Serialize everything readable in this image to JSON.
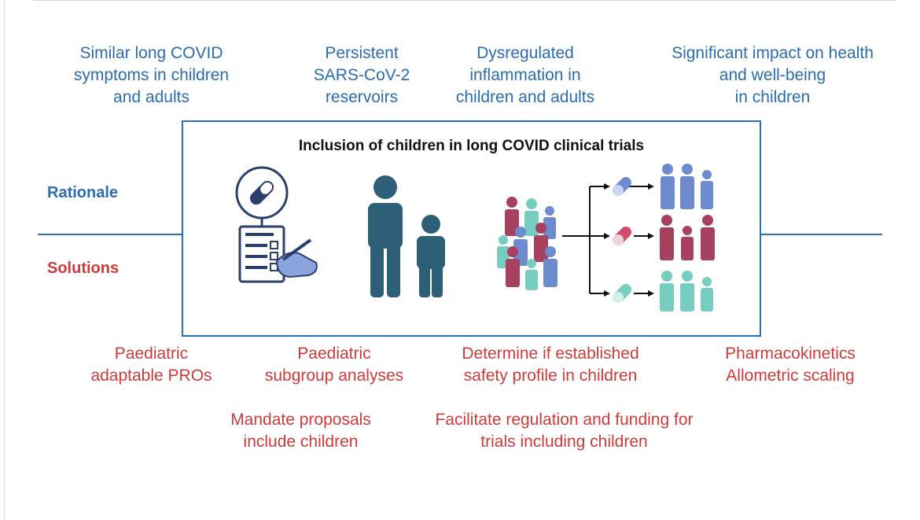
{
  "rationale": {
    "label": "Rationale",
    "items": [
      "Similar long COVID\nsymptoms in children\nand adults",
      "Persistent\nSARS-CoV-2\nreservoirs",
      "Dysregulated\ninflammation in\nchildren and adults",
      "Significant impact on health\nand well-being\nin children"
    ]
  },
  "solutions": {
    "label": "Solutions",
    "items": [
      "Paediatric\nadaptable PROs",
      "Paediatric\nsubgroup analyses",
      "Determine if established\nsafety profile in children",
      "Pharmacokinetics\nAllometric scaling",
      "Mandate proposals\ninclude children",
      "Facilitate regulation and funding for\ntrials including children"
    ]
  },
  "center": {
    "title": "Inclusion of children in long COVID clinical trials"
  },
  "colors": {
    "blue": "#2a6db0",
    "red": "#cf3a3a",
    "navy": "#2b3f6e",
    "teal": "#2e5f78",
    "crowd_red": "#a8415f",
    "crowd_blue": "#6f8bd0",
    "crowd_teal": "#76cdc0"
  },
  "icons": [
    "pill-icon",
    "checklist-icon",
    "adult-figure-icon",
    "child-figure-icon",
    "crowd-icon",
    "arrow-icon"
  ]
}
